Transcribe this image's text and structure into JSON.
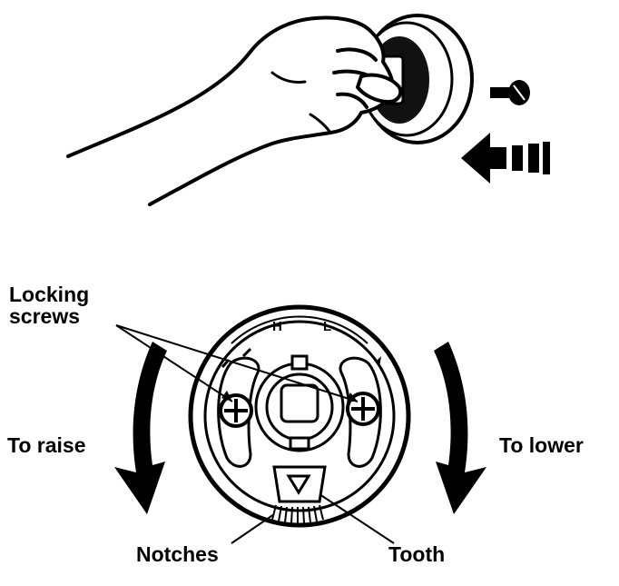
{
  "labels": {
    "locking_line1": "Locking",
    "locking_line2": "screws",
    "to_raise": "To raise",
    "to_lower": "To lower",
    "notches": "Notches",
    "tooth": "Tooth"
  },
  "dial_marks": {
    "high": "H",
    "low": "L"
  },
  "icons": [
    "hand-icon",
    "screw-icon",
    "push-arrow-icon",
    "rotate-ccw-arrow-icon",
    "rotate-cw-arrow-icon"
  ],
  "colors": {
    "ink": "#000000",
    "paper": "#ffffff"
  }
}
